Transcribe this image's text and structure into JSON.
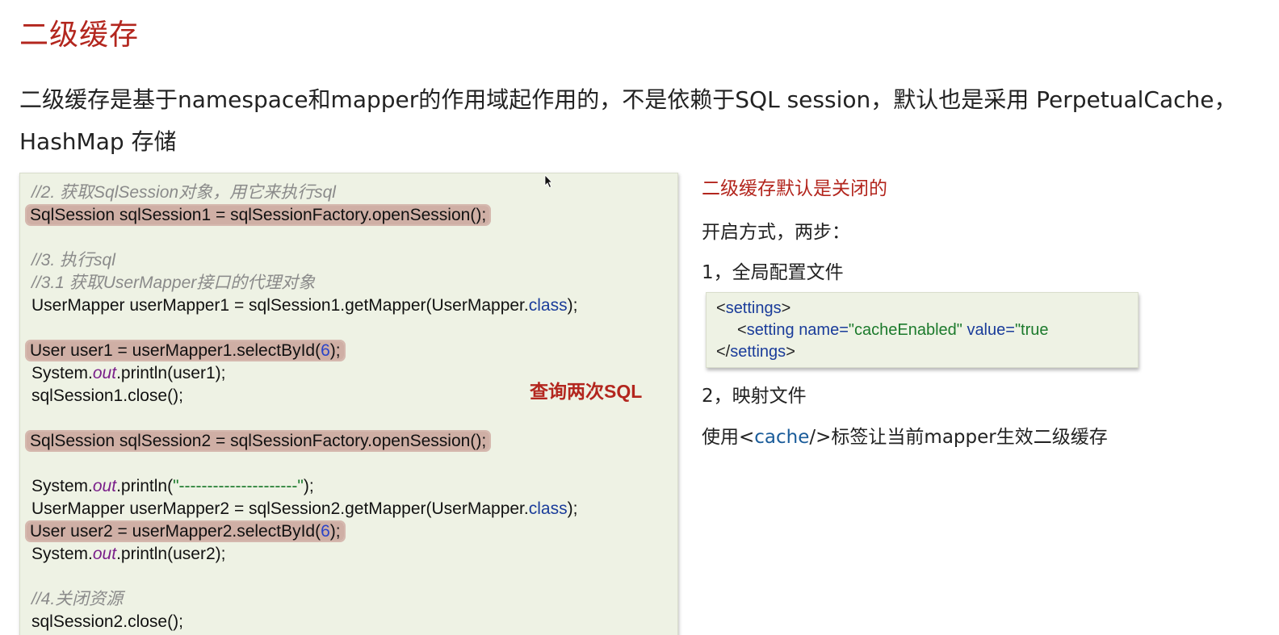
{
  "page": {
    "title": "二级缓存",
    "intro": "二级缓存是基于namespace和mapper的作用域起作用的，不是依赖于SQL session，默认也是采用 PerpetualCache，HashMap 存储"
  },
  "code": {
    "c1": "//2. 获取SqlSession对象，用它来执行sql",
    "l1": "SqlSession sqlSession1 = sqlSessionFactory.openSession();",
    "c2": "//3. 执行sql",
    "c3": "//3.1 获取UserMapper接口的代理对象",
    "l2a": "UserMapper userMapper1 = sqlSession1.getMapper(UserMapper.",
    "kw_class": "class",
    "l2b": ");",
    "l3a": "User user1 = userMapper1.selectById(",
    "n6": "6",
    "l3b": ");",
    "sys": "System.",
    "out": "out",
    "println_u1": ".println(user1);",
    "l5": "sqlSession1.close();",
    "l6": "SqlSession sqlSession2 = sqlSessionFactory.openSession();",
    "println_dash_a": ".println(",
    "dash_str": "\"---------------------\"",
    "println_dash_b": ");",
    "l8a": "UserMapper userMapper2 = sqlSession2.getMapper(UserMapper.",
    "l9a": "User user2 = userMapper2.selectById(",
    "println_u2": ".println(user2);",
    "c4": "//4.关闭资源",
    "l11": "sqlSession2.close();"
  },
  "annotation": "查询两次SQL",
  "side": {
    "title": "二级缓存默认是关闭的",
    "howto": "开启方式，两步：",
    "step1": "1，全局配置文件",
    "step2": "2，映射文件",
    "use_prefix": "使用<",
    "use_tag": "cache",
    "use_suffix": "/>标签让当前mapper生效二级缓存"
  },
  "xml": {
    "settings_open": "settings",
    "setting": "setting",
    "name_attr": "name=",
    "name_val": "\"cacheEnabled\"",
    "value_attr": "value=",
    "value_val": "\"true",
    "settings_close": "settings"
  },
  "colors": {
    "accent_red": "#b3261e",
    "code_bg": "#eef2e4",
    "highlight": "#cfafa5"
  }
}
